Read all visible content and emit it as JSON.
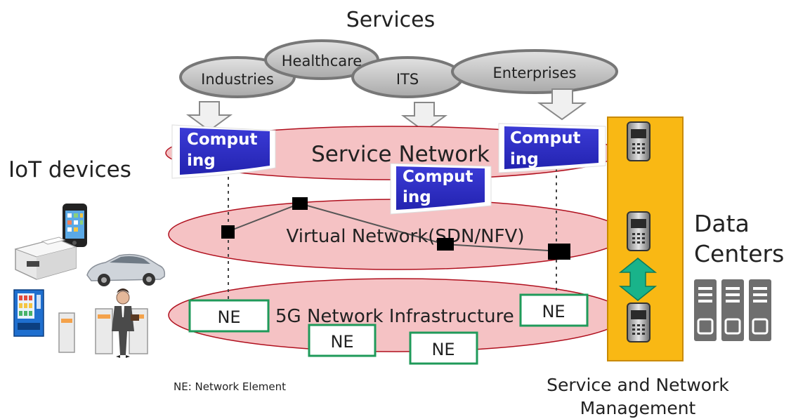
{
  "title": "Services",
  "services": {
    "industries": "Industries",
    "healthcare": "Healthcare",
    "its": "ITS",
    "enterprises": "Enterprises"
  },
  "layers": {
    "service_network": "Service Network",
    "virtual_network": "Virtual Network(SDN/NFV)",
    "infrastructure": "5G Network Infrastructure"
  },
  "computing": {
    "line1": "Comput",
    "line2": "ing"
  },
  "ne_label": "NE",
  "ne_legend": "NE: Network Element",
  "iot_label": "IoT devices",
  "data_centers": {
    "line1": "Data",
    "line2": "Centers"
  },
  "management": {
    "line1": "Service and Network",
    "line2": "Management"
  },
  "colors": {
    "layer_fill": "#f5c2c4",
    "layer_stroke": "#b0101e",
    "service_ellipse": "#c6c6c6",
    "computing_fill": "#3131c8",
    "ne_border": "#1f9a5a",
    "management_bar": "#f9b814",
    "sync_arrow": "#19b38a"
  }
}
